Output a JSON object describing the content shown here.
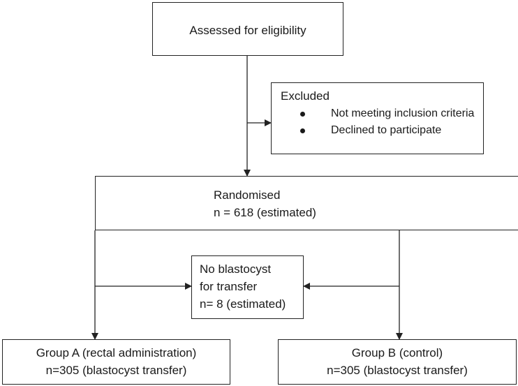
{
  "assessed": {
    "label": "Assessed for eligibility"
  },
  "excluded": {
    "title": "Excluded",
    "items": [
      "Not meeting inclusion criteria",
      "Declined to participate"
    ]
  },
  "randomised": {
    "title": "Randomised",
    "count": "n = 618 (estimated)"
  },
  "no_blastocyst": {
    "lines": [
      "No blastocyst",
      "for transfer",
      "n= 8 (estimated)"
    ]
  },
  "group_a": {
    "title": "Group A (rectal administration)",
    "count": "n=305 (blastocyst transfer)"
  },
  "group_b": {
    "title": "Group B (control)",
    "count": "n=305 (blastocyst transfer)"
  },
  "colors": {
    "stroke": "#222222",
    "text": "#1a1a1a"
  }
}
